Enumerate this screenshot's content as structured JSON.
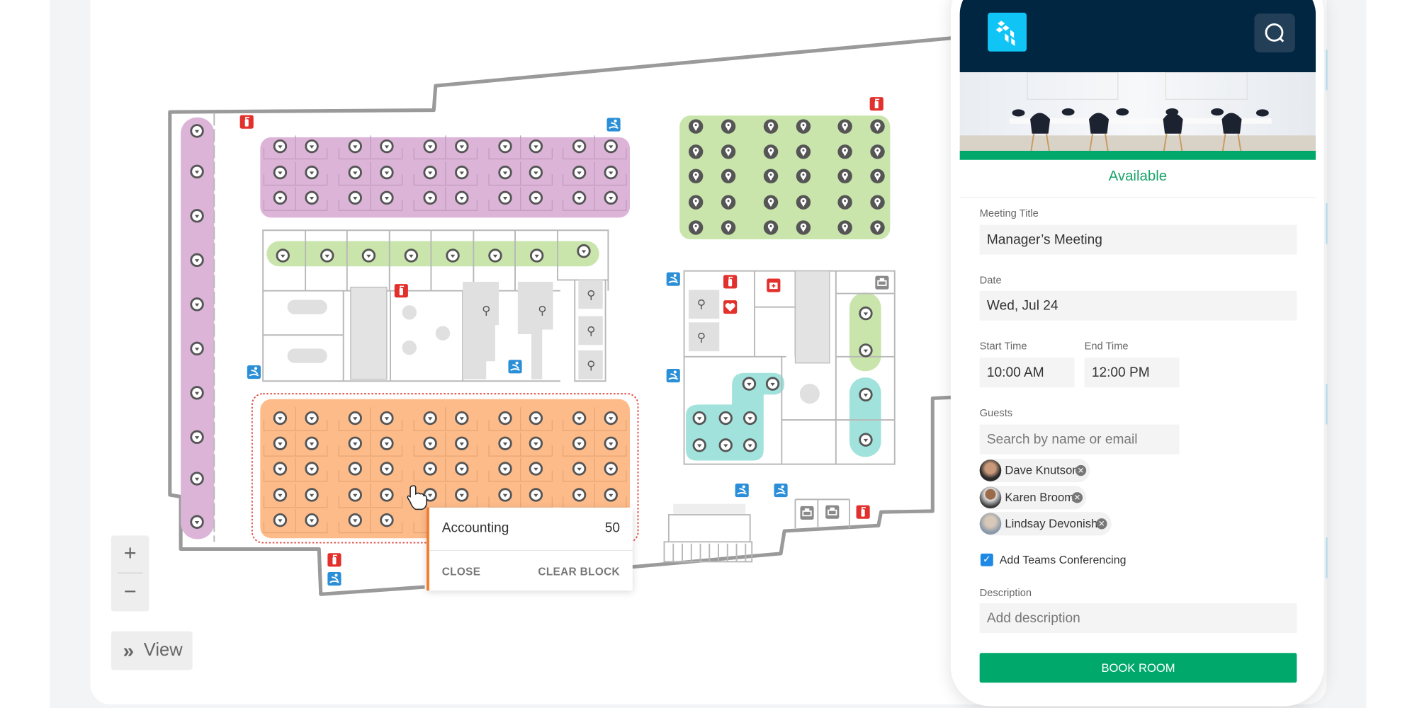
{
  "map": {
    "zoom_in_label": "+",
    "zoom_out_label": "−",
    "view_icon": "»",
    "view_label": "View",
    "icons": [
      "fire-extinguisher",
      "emergency-exit",
      "first-aid",
      "aed-heart",
      "printer",
      "restroom",
      "elevator",
      "coffee",
      "dining",
      "seat",
      "pin-seat"
    ],
    "zones": [
      {
        "color": "#dbb4d8"
      },
      {
        "color": "#c9e5ab"
      },
      {
        "color": "#fdbb8a"
      },
      {
        "color": "#a1e3dc"
      }
    ]
  },
  "popup": {
    "department": "Accounting",
    "count": "50",
    "close_label": "CLOSE",
    "clear_block_label": "CLEAR BLOCK"
  },
  "panel": {
    "status": "Available",
    "meeting_title_label": "Meeting Title",
    "meeting_title_value": "Manager’s Meeting",
    "date_label": "Date",
    "date_value": "Wed, Jul 24",
    "start_time_label": "Start Time",
    "start_time_value": "10:00 AM",
    "end_time_label": "End Time",
    "end_time_value": "12:00 PM",
    "guests_label": "Guests",
    "guests_placeholder": "Search by name or email",
    "guests": [
      {
        "name": "Dave Knutson"
      },
      {
        "name": "Karen Broom"
      },
      {
        "name": "Lindsay Devonish"
      }
    ],
    "teams_label": "Add Teams Conferencing",
    "teams_checked": true,
    "description_label": "Description",
    "description_placeholder": "Add description",
    "book_button": "BOOK ROOM"
  },
  "colors": {
    "header": "#012641",
    "accent_green": "#00a86b",
    "logo": "#10c4f5",
    "block_outline": "#f47a2a"
  }
}
